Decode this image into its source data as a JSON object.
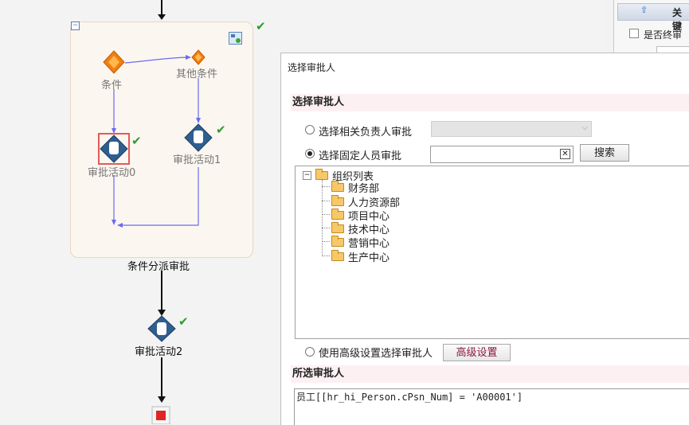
{
  "workflow": {
    "group_label": "条件分派审批",
    "nodes": {
      "condition": "条件",
      "other_condition": "其他条件",
      "activity0": "审批活动0",
      "activity1": "审批活动1",
      "activity2": "审批活动2"
    },
    "check_mark": "✔"
  },
  "right_panel": {
    "header": "关键",
    "checkbox_label": "是否终审"
  },
  "dialog": {
    "title": "选择审批人",
    "section1": "选择审批人",
    "option_related": "选择相关负责人审批",
    "option_fixed": "选择固定人员审批",
    "search_button": "搜索",
    "clear_icon": "✕",
    "tree_root": "组织列表",
    "tree_items": [
      "财务部",
      "人力资源部",
      "项目中心",
      "技术中心",
      "营销中心",
      "生产中心"
    ],
    "option_advanced": "使用高级设置选择审批人",
    "advanced_button": "高级设置",
    "section2": "所选审批人",
    "selected_value": "员工[[hr_hi_Person.cPsn_Num] = 'A00001']"
  }
}
